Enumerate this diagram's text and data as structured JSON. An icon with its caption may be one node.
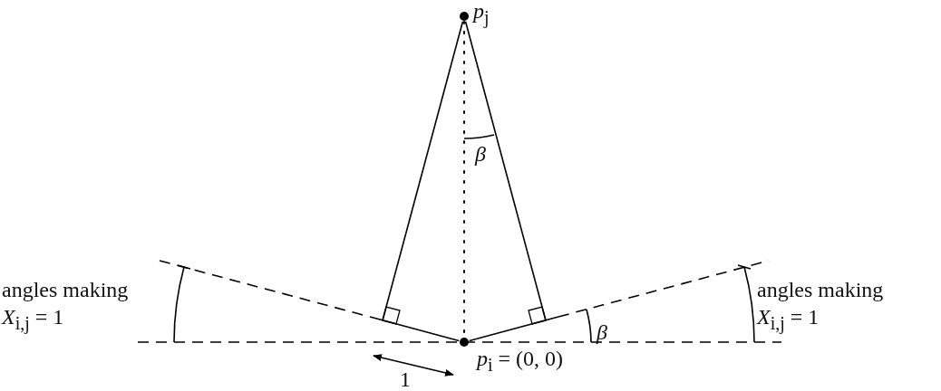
{
  "diagram": {
    "nodes": [
      {
        "text": [
          "*p*$_{j}$"
        ]
      },
      {
        "text": [
          "*p*$_{i}$ = (0, 0)"
        ]
      },
      {
        "text": [],
        "shape": "box"
      },
      {
        "text": [],
        "shape": "box"
      }
    ],
    "edges": [
      {
        "from": 0,
        "to": 1,
        "arrow": "none",
        "style": "dashed"
      },
      {
        "from": 0,
        "to": 2,
        "arrow": "none"
      },
      {
        "from": 0,
        "to": 3,
        "arrow": "none"
      },
      {
        "from": 1,
        "to": null,
        "arrow": "none"
      },
      {
        "from": 1,
        "to": null,
        "arrow": "none"
      }
    ],
    "labels": [
      "*β*",
      "angles making *X*$_{i,j}$ = 1",
      "*β*",
      "angles making *X*$_{i,j}$ = 1",
      "1"
    ]
  }
}
